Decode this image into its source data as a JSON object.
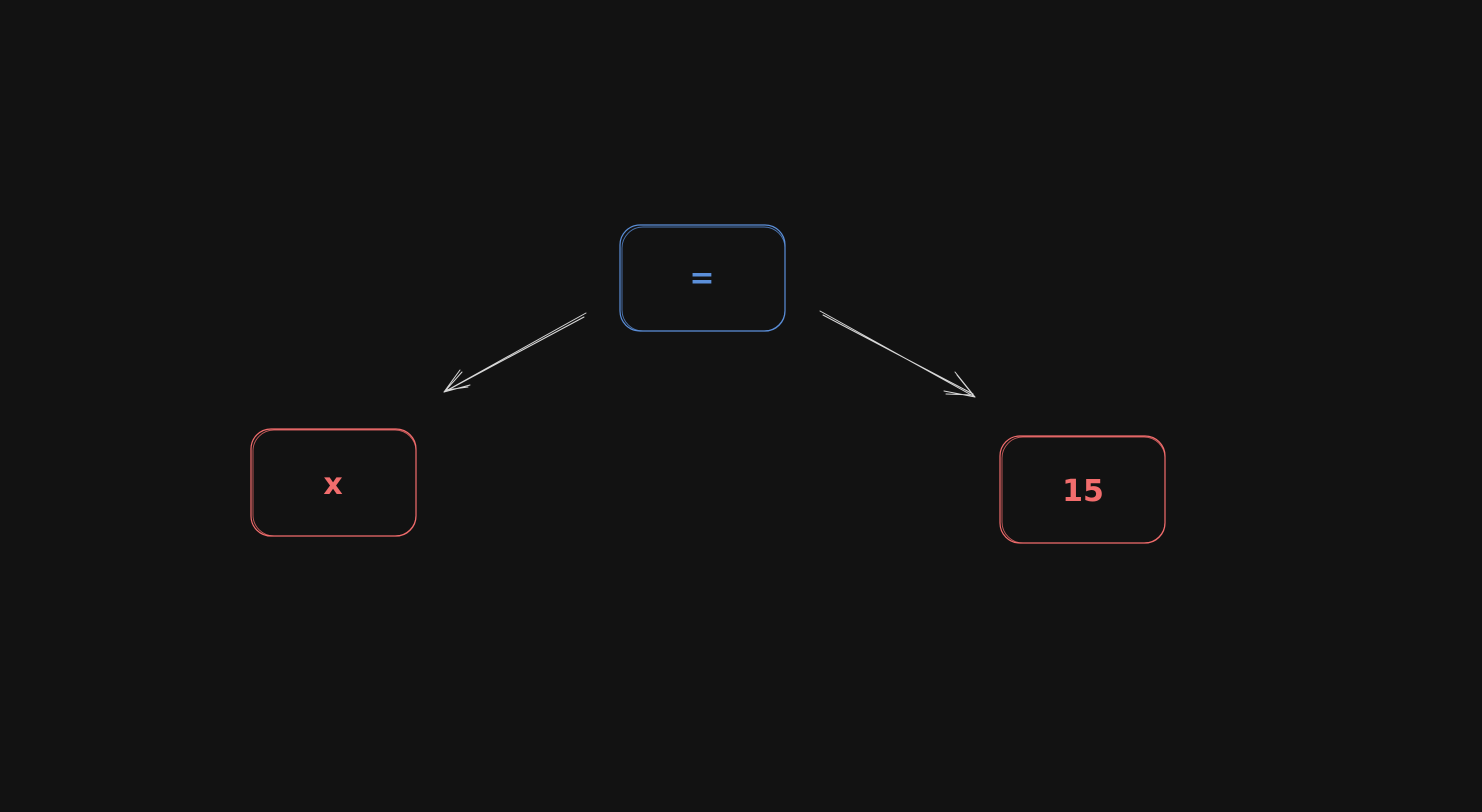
{
  "canvas": {
    "background": "#121212"
  },
  "colors": {
    "root": "#5b8fd9",
    "leaf": "#f26d6d",
    "arrow": "#d8d8d8"
  },
  "nodes": {
    "root": {
      "label": "="
    },
    "left": {
      "label": "x"
    },
    "right": {
      "label": "15"
    }
  },
  "edges": [
    {
      "from": "root",
      "to": "left"
    },
    {
      "from": "root",
      "to": "right"
    }
  ]
}
